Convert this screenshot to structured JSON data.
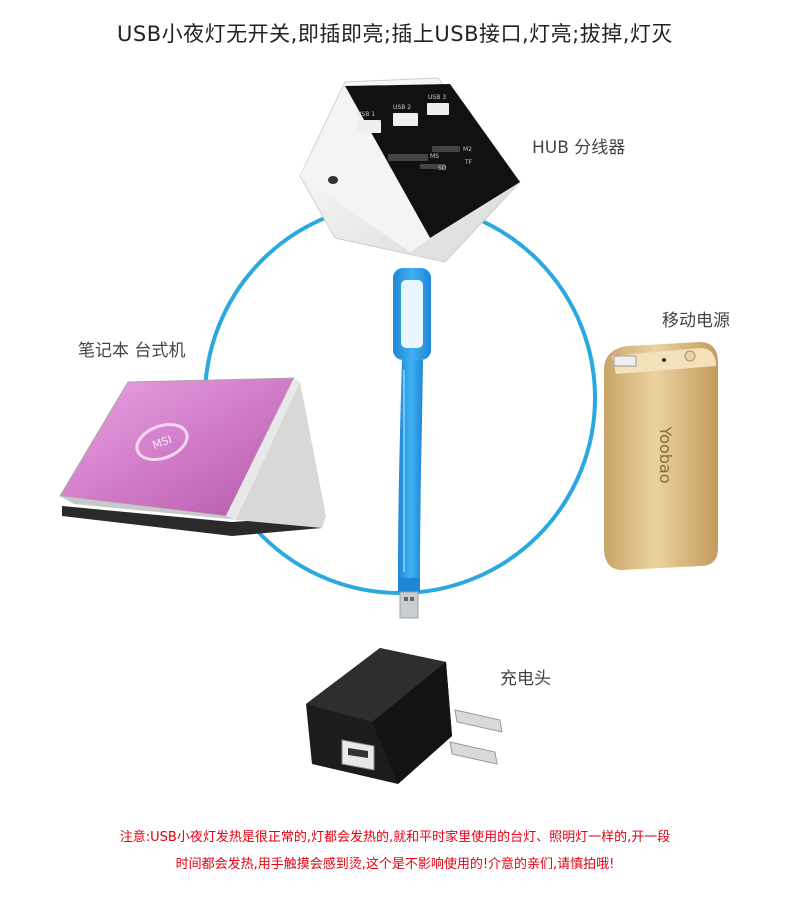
{
  "headline": "USB小夜灯无开关,即插即亮;插上USB接口,灯亮;拔掉,灯灭",
  "labels": {
    "hub": "HUB 分线器",
    "power_bank": "移动电源",
    "laptop": "笔记本 台式机",
    "charger": "充电头"
  },
  "hub_ports": [
    "USB 1",
    "USB 2",
    "USB 3"
  ],
  "hub_slots": [
    "MS",
    "M2",
    "SD",
    "TF"
  ],
  "laptop_logo": "MSI",
  "power_bank_brand": "Yoobao",
  "notice": {
    "line1": "注意:USB小夜灯发热是很正常的,灯都会发热的,就和平时家里使用的台灯、照明灯一样的,开一段",
    "line2": "时间都会发热,用手触摸会感到烫,这个是不影响使用的!介意的亲们,请慎拍哦!"
  },
  "colors": {
    "circle": "#2aa8e0",
    "lamp": "#2f9ee6",
    "notice": "#e60012",
    "power_bank": "#d8b87c",
    "laptop": "#d98ad0"
  }
}
